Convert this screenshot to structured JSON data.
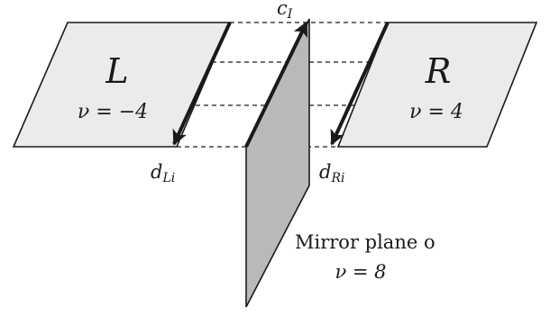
{
  "left_plane": {
    "letter": "L",
    "nu_label": "ν = −4"
  },
  "right_plane": {
    "letter": "R",
    "nu_label": "ν = 4"
  },
  "mirror_plane": {
    "label": "Mirror plane o",
    "nu_label": "ν = 8"
  },
  "vectors": {
    "c": {
      "base": "c",
      "sub": "I"
    },
    "dL": {
      "base": "d",
      "sub": "Li"
    },
    "dR": {
      "base": "d",
      "sub": "Ri"
    }
  },
  "colors": {
    "side_plane_fill": "#ebebeb",
    "mirror_plane_fill": "#b9b9bc",
    "stroke": "#1a1a1a"
  }
}
